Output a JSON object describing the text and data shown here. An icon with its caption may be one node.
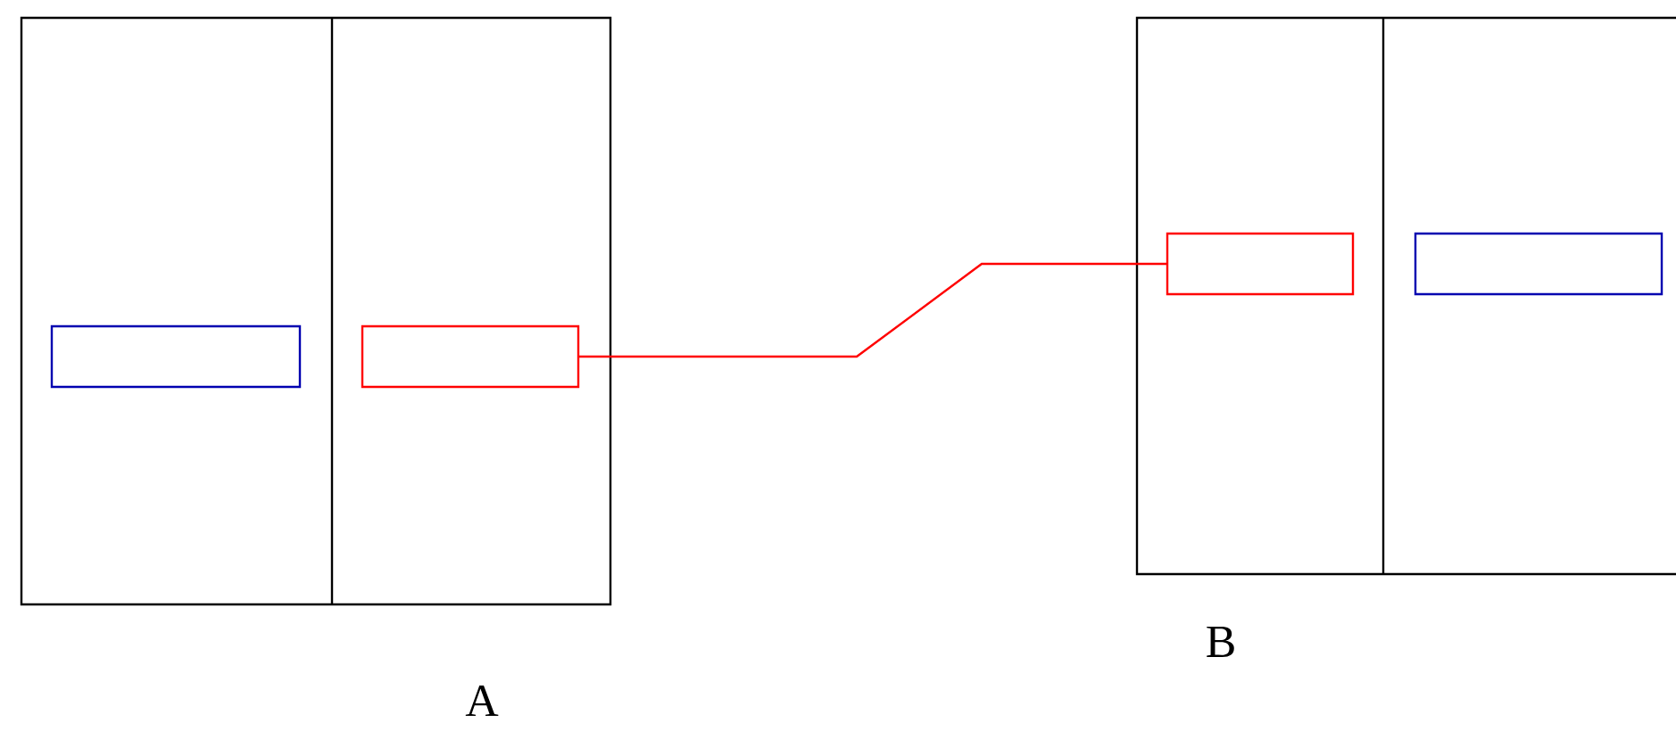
{
  "diagram": {
    "nodes": [
      {
        "text": [
          "A"
        ]
      },
      {
        "text": [],
        "shape": "box",
        "in": 0
      },
      {
        "text": [],
        "shape": "box",
        "in": 0
      },
      {
        "text": [
          "B"
        ]
      },
      {
        "text": [],
        "shape": "box",
        "in": 3
      },
      {
        "text": [],
        "shape": "box",
        "in": 3
      }
    ],
    "edges": [
      {
        "from": 2,
        "to": 4,
        "arrow": "none",
        "color": "#ff0000"
      }
    ]
  }
}
